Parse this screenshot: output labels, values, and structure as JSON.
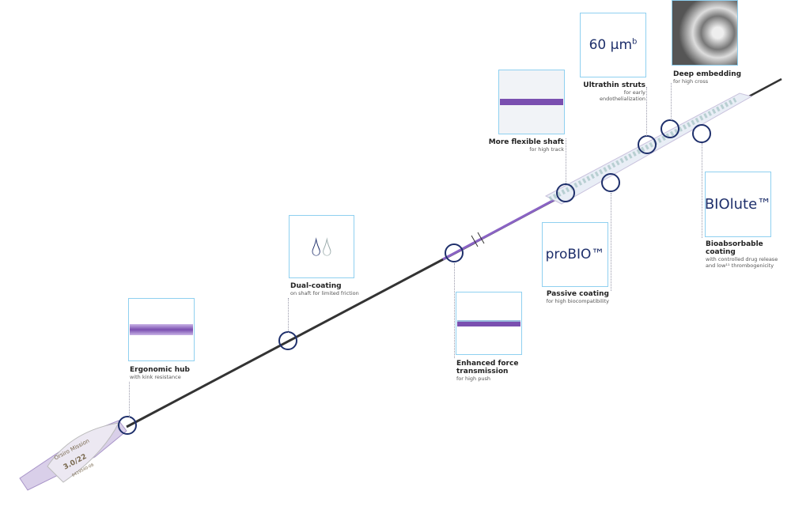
{
  "features": [
    {
      "title": "Ergonomic hub",
      "sub": "with kink resistance"
    },
    {
      "title": "Dual-coating",
      "sub": "on shaft for limited friction"
    },
    {
      "title": "Enhanced force transmission",
      "sub": "for high push"
    },
    {
      "title": "Passive coating",
      "sub": "for high biocompatibility",
      "logo": "proBIO™"
    },
    {
      "title": "More flexible shaft",
      "sub": "for high track"
    },
    {
      "title": "Ultrathin struts",
      "sub": "for early endothelialization",
      "value": "60 µm",
      "sup": "b"
    },
    {
      "title": "Deep embedding",
      "sub": "for high cross"
    },
    {
      "title": "Bioabsorbable coating",
      "sub": "with controlled drug release and low¹¹ thrombogenicity",
      "logo": "BIOlute™"
    }
  ],
  "hub": {
    "brand": "Orsiro Mission",
    "size": "3.0/22",
    "code": "0419540-06"
  },
  "colors": {
    "accent": "#1e2f6b",
    "box_border": "#8fd0f0",
    "shaft": "#7a4fb0"
  }
}
